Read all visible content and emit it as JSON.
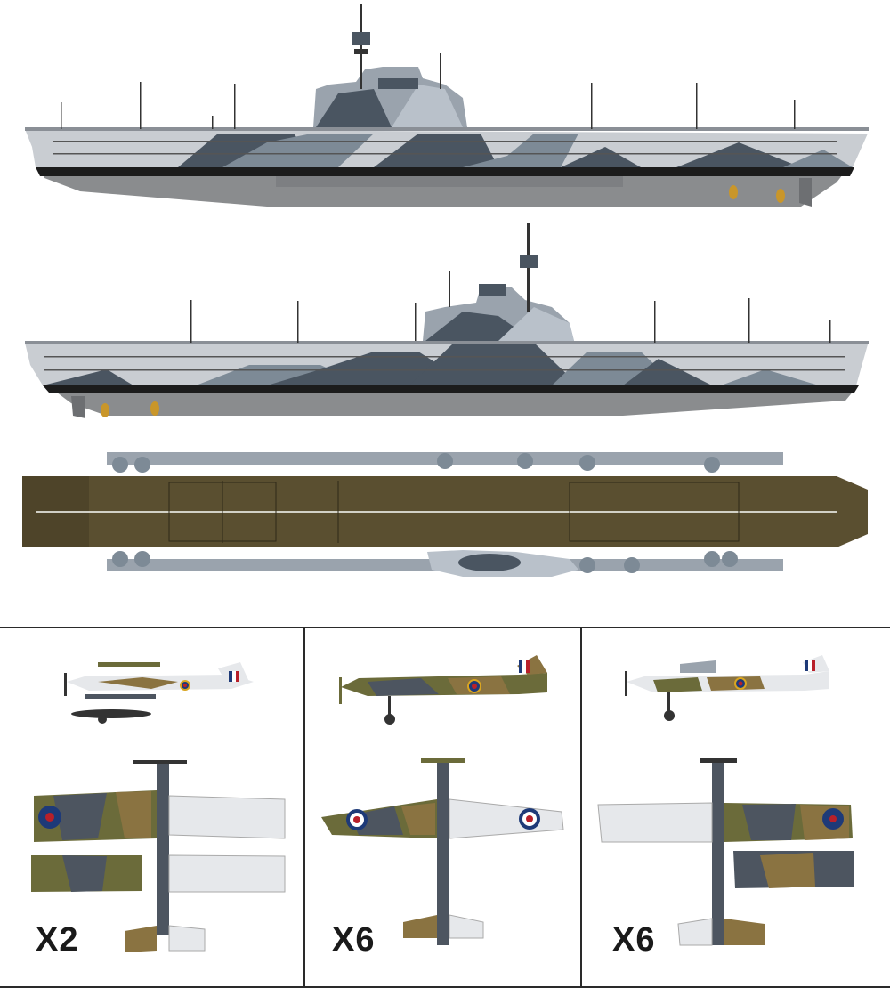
{
  "colors": {
    "hull_light": "#c9cdd2",
    "hull_mid": "#9aa3ad",
    "camo_dark": "#4a5561",
    "camo_mid": "#7d8a96",
    "camo_light": "#b9c1ca",
    "boot_black": "#1c1c1c",
    "lower_hull": "#8a8c8e",
    "deck_brown": "#5a4f30",
    "propeller": "#c9962a",
    "roundel_blue": "#1e3a78",
    "roundel_red": "#b8202a",
    "roundel_yellow": "#d9a520",
    "aircraft_green": "#6b6b3a",
    "aircraft_brown": "#8a7341",
    "aircraft_slate": "#4d5560",
    "aircraft_underside": "#e6e8eb"
  },
  "aircraft": [
    {
      "quantity_label": "X2"
    },
    {
      "quantity_label": "X6"
    },
    {
      "quantity_label": "X6"
    }
  ]
}
